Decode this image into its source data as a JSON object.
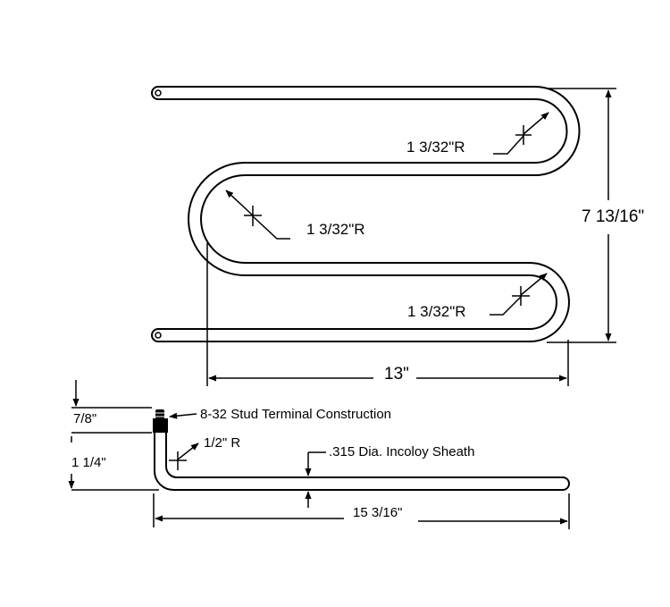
{
  "top_view": {
    "radius_label_1": "1 3/32\"R",
    "radius_label_2": "1 3/32\"R",
    "radius_label_3": "1 3/32\"R",
    "height_dim": "7 13/16\"",
    "width_dim": "13\""
  },
  "side_view": {
    "terminal_label": "8-32 Stud Terminal Construction",
    "bend_radius_label": "1/2\" R",
    "sheath_label": ".315 Dia. Incoloy Sheath",
    "terminal_height_dim": "7/8\"",
    "rise_dim": "1 1/4\"",
    "length_dim": "15 3/16\""
  },
  "colors": {
    "line": "#000000",
    "background": "#ffffff"
  }
}
